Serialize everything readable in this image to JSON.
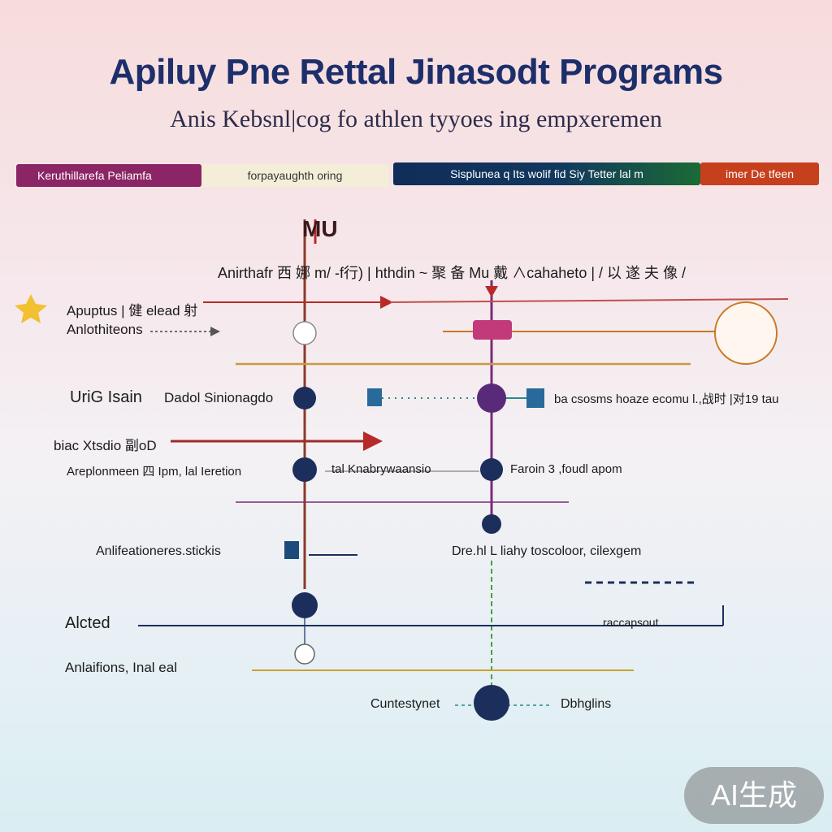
{
  "title": "Apiluy Pne Rettal Jinasodt Programs",
  "subtitle": "Anis Kebsnl|cog fo athlen tyyoes ing empxeremen",
  "banners": [
    "Keruthillarefa Peliamfa",
    "forpayaughth oring",
    "Sisplunea q Its wolif fid Siy Tetter lal m",
    "imer De tfeen"
  ],
  "header_row": {
    "top_label": "MU",
    "text": "Anirthafr 西 娜 m/ -f行) | hthdin ~ 聚 备 Mu 戴 ∧cahaheto | / 以 遂 夫 像 /"
  },
  "labels": {
    "l1": "Apuptus | 健 elead 射",
    "l2": "Anlothiteons",
    "l3": "UriG Isain",
    "l4": "Dadol Sinionagdo",
    "l5": "ba csosms hoaze ecomu l.,战时 |对19 tau",
    "l6": "biac Xtsdio 副oD",
    "l7": "Areplonmeen 四 Ipm, lal Ieretion",
    "l8": "tal Knabrywaansio",
    "l9": "Faroin 3 ,foudl apom",
    "l10": "Anlifeationeres.stickis",
    "l11": "Dre.hl L liahy toscoloor, cilexgem",
    "l12": "Alcted",
    "l13": "raccapsout",
    "l14": "Anlaifions, Inal eal",
    "l15": "Cuntestynet",
    "l16": "Dbhglins"
  },
  "watermark": "AI生成",
  "colors": {
    "title": "#1d2f6b",
    "maroon": "#8b2a2a",
    "purple": "#7a2a7a",
    "navy": "#1c2f5c",
    "orange": "#c77a2a",
    "teal": "#2a8a8a",
    "gold": "#c9a030",
    "green": "#4aa040",
    "red": "#b82a2a"
  }
}
